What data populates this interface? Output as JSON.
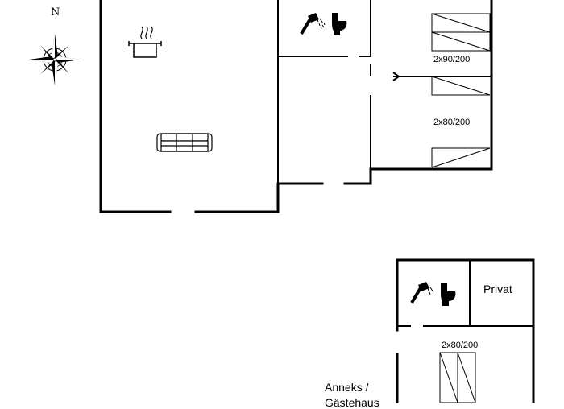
{
  "compass": {
    "north_label": "N",
    "icon": "compass-rose-icon"
  },
  "main_house": {
    "bed_labels": [
      "2x90/200",
      "2x80/200"
    ],
    "icons": [
      "cooking-pot-icon",
      "sofa-icon",
      "shower-icon",
      "toilet-icon"
    ]
  },
  "annex": {
    "name": "Anneks /",
    "name_line2": "Gästehaus",
    "private_label": "Privat",
    "bed_label": "2x80/200",
    "icons": [
      "shower-icon",
      "toilet-icon"
    ]
  },
  "colors": {
    "wall": "#000000",
    "background": "#ffffff"
  }
}
